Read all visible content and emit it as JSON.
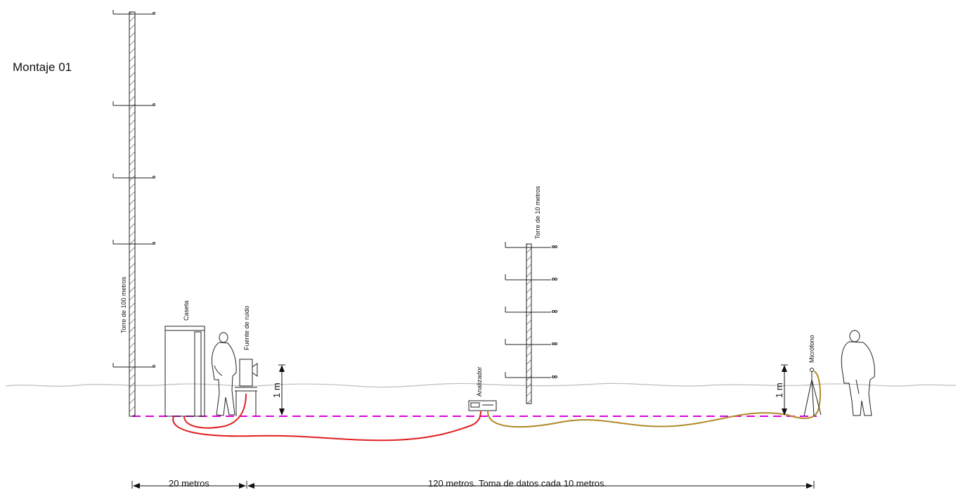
{
  "diagram": {
    "title": "Montaje 01",
    "labels": {
      "tower_100": "Torre de 100 metros",
      "tower_10": "Torre de 10 metros",
      "caseta": "Caseta",
      "noise_source": "Fuente de ruido",
      "analyzer": "Analizador",
      "microphone": "Micrófono"
    },
    "heights": {
      "left": "1 m",
      "right": "1 m"
    },
    "dimensions": {
      "short": "20 metros",
      "long": "120 metros. Toma de datos cada 10 metros."
    },
    "colors": {
      "ground_line": "#e000e0",
      "cable_red": "#e02020",
      "cable_olive": "#b08a2a",
      "ink": "#222222",
      "terrain": "#bdbdbd"
    }
  }
}
